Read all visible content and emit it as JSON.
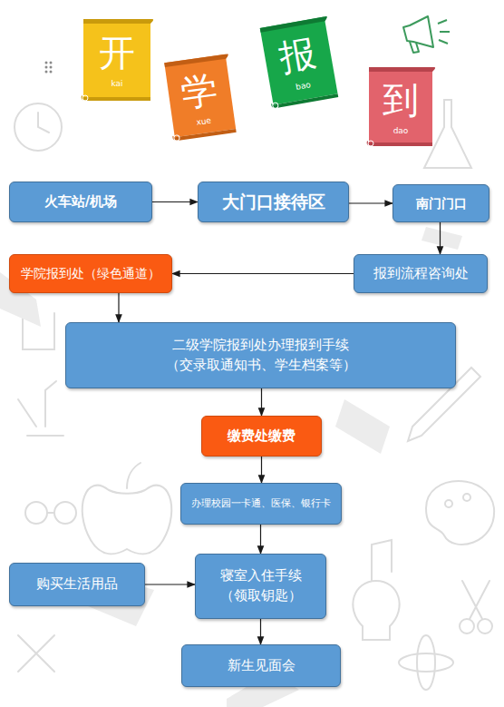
{
  "diagram": {
    "nodes": [
      {
        "text": [
          "开",
          "kai"
        ]
      },
      {
        "text": [
          "学",
          "xue"
        ]
      },
      {
        "text": [
          "报",
          "bao"
        ]
      },
      {
        "text": [
          "到",
          "dao"
        ]
      },
      {
        "text": [
          "火车站/机场"
        ]
      },
      {
        "text": [
          "大门口接待区"
        ]
      },
      {
        "text": [
          "南门门口"
        ]
      },
      {
        "text": [
          "学院报到处（绿色通道）"
        ]
      },
      {
        "text": [
          "报到流程咨询处"
        ]
      },
      {
        "text": [
          "二级学院报到处办理报到手续",
          "（交录取通知书、学生档案等）"
        ]
      },
      {
        "text": [
          "缴费处缴费"
        ]
      },
      {
        "text": [
          "办理校园一卡通、医保、银行卡"
        ]
      },
      {
        "text": [
          "购买生活用品"
        ]
      },
      {
        "text": [
          "寝室入住手续",
          "（领取钥匙）"
        ]
      },
      {
        "text": [
          "新生见面会"
        ]
      }
    ],
    "edges": [
      {
        "from": 4,
        "to": 5,
        "arrow": "to"
      },
      {
        "from": 5,
        "to": 6,
        "arrow": "to"
      },
      {
        "from": 6,
        "to": 8,
        "arrow": "to"
      },
      {
        "from": 8,
        "to": 7,
        "arrow": "to"
      },
      {
        "from": 7,
        "to": 9,
        "arrow": "to"
      },
      {
        "from": 9,
        "to": 10,
        "arrow": "to"
      },
      {
        "from": 10,
        "to": 11,
        "arrow": "to"
      },
      {
        "from": 11,
        "to": 13,
        "arrow": "to"
      },
      {
        "from": 12,
        "to": 13,
        "arrow": "to"
      },
      {
        "from": 13,
        "to": 14,
        "arrow": "to"
      }
    ]
  }
}
